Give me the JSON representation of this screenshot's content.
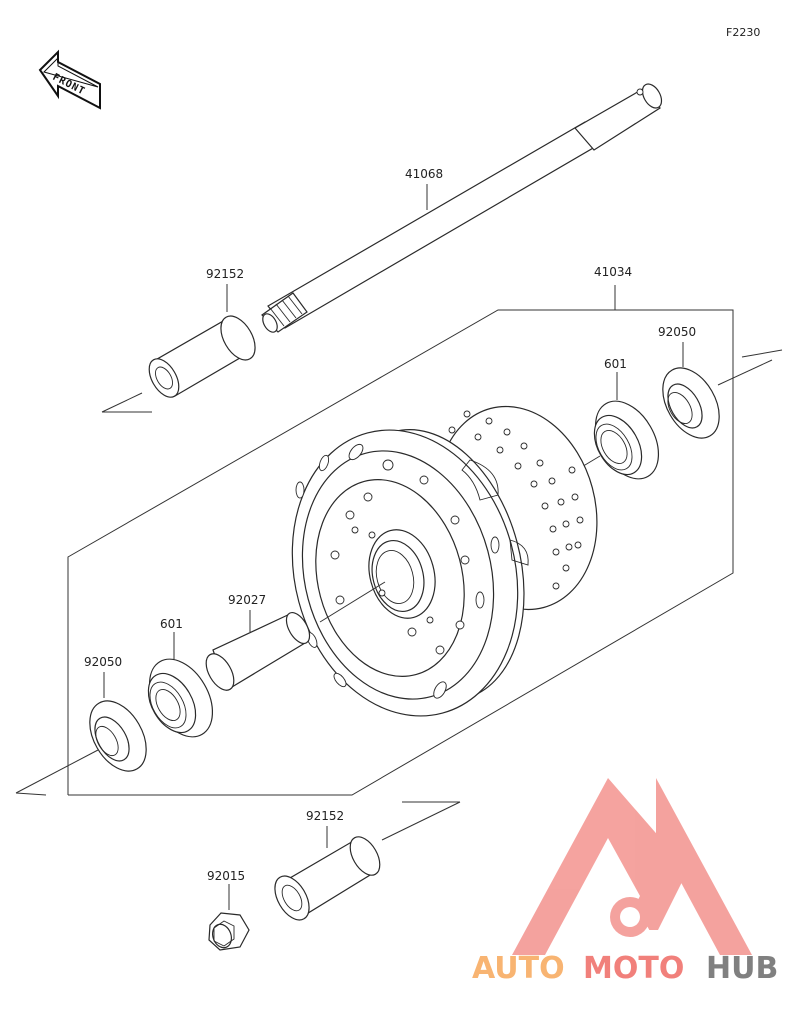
{
  "figure_code": "F2230",
  "front_label": "FRONT",
  "parts": {
    "axle": "41068",
    "hub_assembly": "41034",
    "collar_top": "92152",
    "collar_bottom": "92152",
    "seal_right": "92050",
    "seal_left": "92050",
    "bearing_right": "601",
    "bearing_left": "601",
    "spacer": "92027",
    "nut": "92015"
  },
  "watermark": {
    "part1": "AUTO",
    "part2": "MOTO",
    "part3": "HUB",
    "color_light": "#f7a85a",
    "color_red": "#ef6a64",
    "color_gray": "#6a6a6a"
  }
}
